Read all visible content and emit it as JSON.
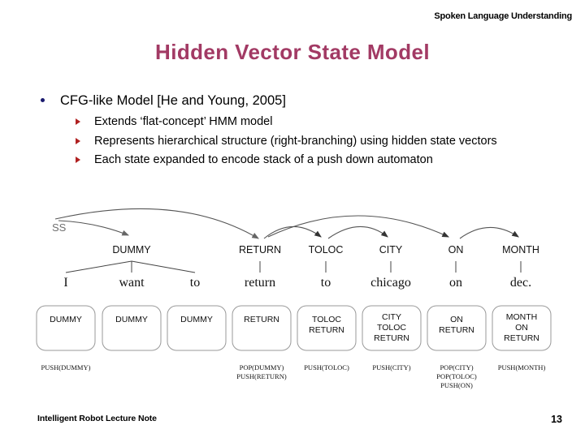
{
  "header": {
    "right_text": "Spoken Language Understanding"
  },
  "title": "Hidden Vector State Model",
  "bullets": {
    "level1": "CFG-like Model [He and Young, 2005]",
    "level2": [
      "Extends ‘flat-concept’ HMM model",
      "Represents hierarchical structure (right-branching) using hidden state vectors",
      "Each state expanded to encode stack of a push down automaton"
    ]
  },
  "diagram": {
    "root_label": "SS",
    "concepts": [
      "DUMMY",
      "RETURN",
      "TOLOC",
      "CITY",
      "ON",
      "MONTH"
    ],
    "words": [
      "I",
      "want",
      "to",
      "return",
      "to",
      "chicago",
      "on",
      "dec."
    ],
    "stack_boxes": [
      [
        "DUMMY"
      ],
      [
        "DUMMY"
      ],
      [
        "DUMMY"
      ],
      [
        "RETURN"
      ],
      [
        "TOLOC",
        "RETURN"
      ],
      [
        "CITY",
        "TOLOC",
        "RETURN"
      ],
      [
        "ON",
        "RETURN"
      ],
      [
        "MONTH",
        "ON",
        "RETURN"
      ]
    ],
    "operations": [
      [
        "PUSH(DUMMY)"
      ],
      [],
      [],
      [
        "POP(DUMMY)",
        "PUSH(RETURN)"
      ],
      [
        "PUSH(TOLOC)"
      ],
      [
        "PUSH(CITY)"
      ],
      [
        "POP(CITY)",
        "POP(TOLOC)",
        "PUSH(ON)"
      ],
      [
        "PUSH(MONTH)"
      ]
    ]
  },
  "footer": {
    "left_text": "Intelligent Robot Lecture Note",
    "page_number": "13"
  },
  "colors": {
    "title": "#a23a64",
    "bullet_dot": "#1a1a6e",
    "sub_bullet": "#b02020"
  }
}
